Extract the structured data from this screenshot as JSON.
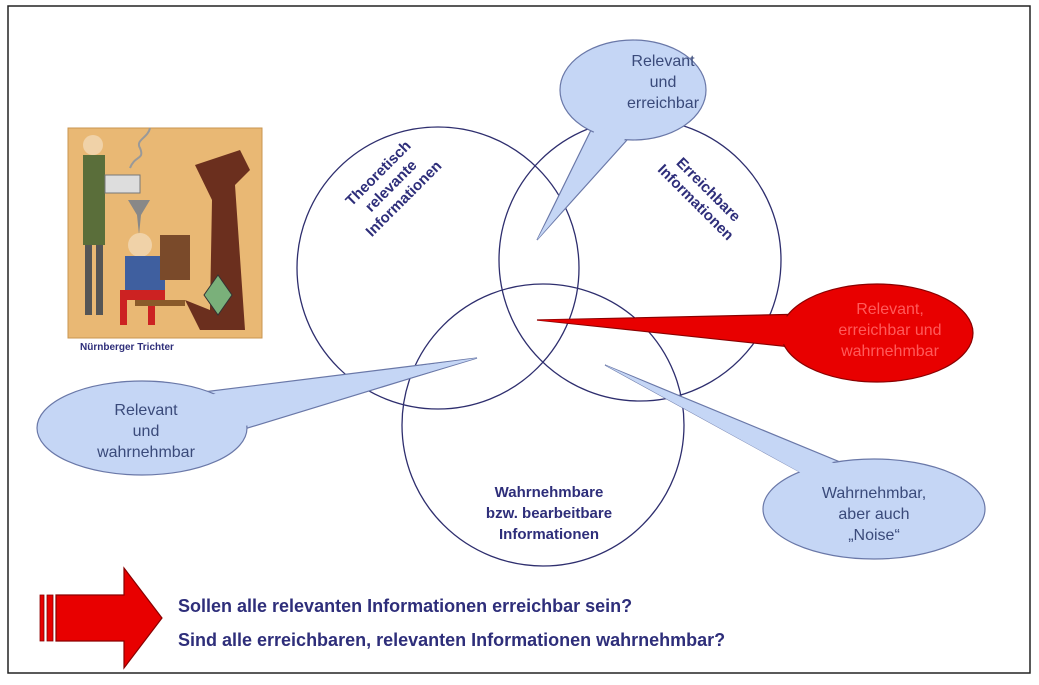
{
  "circles": {
    "theoretisch": [
      "Theoretisch",
      "relevante",
      "Informationen"
    ],
    "erreichbar": [
      "Erreichbare",
      "Informationen"
    ],
    "wahrnehmbar": [
      "Wahrnehmbare",
      "bzw. bearbeitbare",
      "Informationen"
    ]
  },
  "bubbles": {
    "relevant_erreichbar": [
      "Relevant",
      "und",
      "erreichbar"
    ],
    "relevant_erreichbar_wahrnehmbar": [
      "Relevant,",
      "erreichbar und",
      "wahrnehmbar"
    ],
    "relevant_wahrnehmbar": [
      "Relevant",
      "und",
      "wahrnehmbar"
    ],
    "noise": [
      "Wahrnehmbar,",
      "aber auch",
      "„Noise“"
    ]
  },
  "image": {
    "caption": "Nürnberger Trichter"
  },
  "questions": [
    "Sollen alle relevanten Informationen erreichbar sein?",
    "Sind alle erreichbaren, relevanten Informationen wahrnehmbar?"
  ],
  "colors": {
    "circle_stroke": "#2e2e6e",
    "bubble_fill": "#c5d6f5",
    "bubble_stroke": "#6a78a8",
    "red": "#e80000",
    "text_dark_blue": "#2e2e7a"
  }
}
